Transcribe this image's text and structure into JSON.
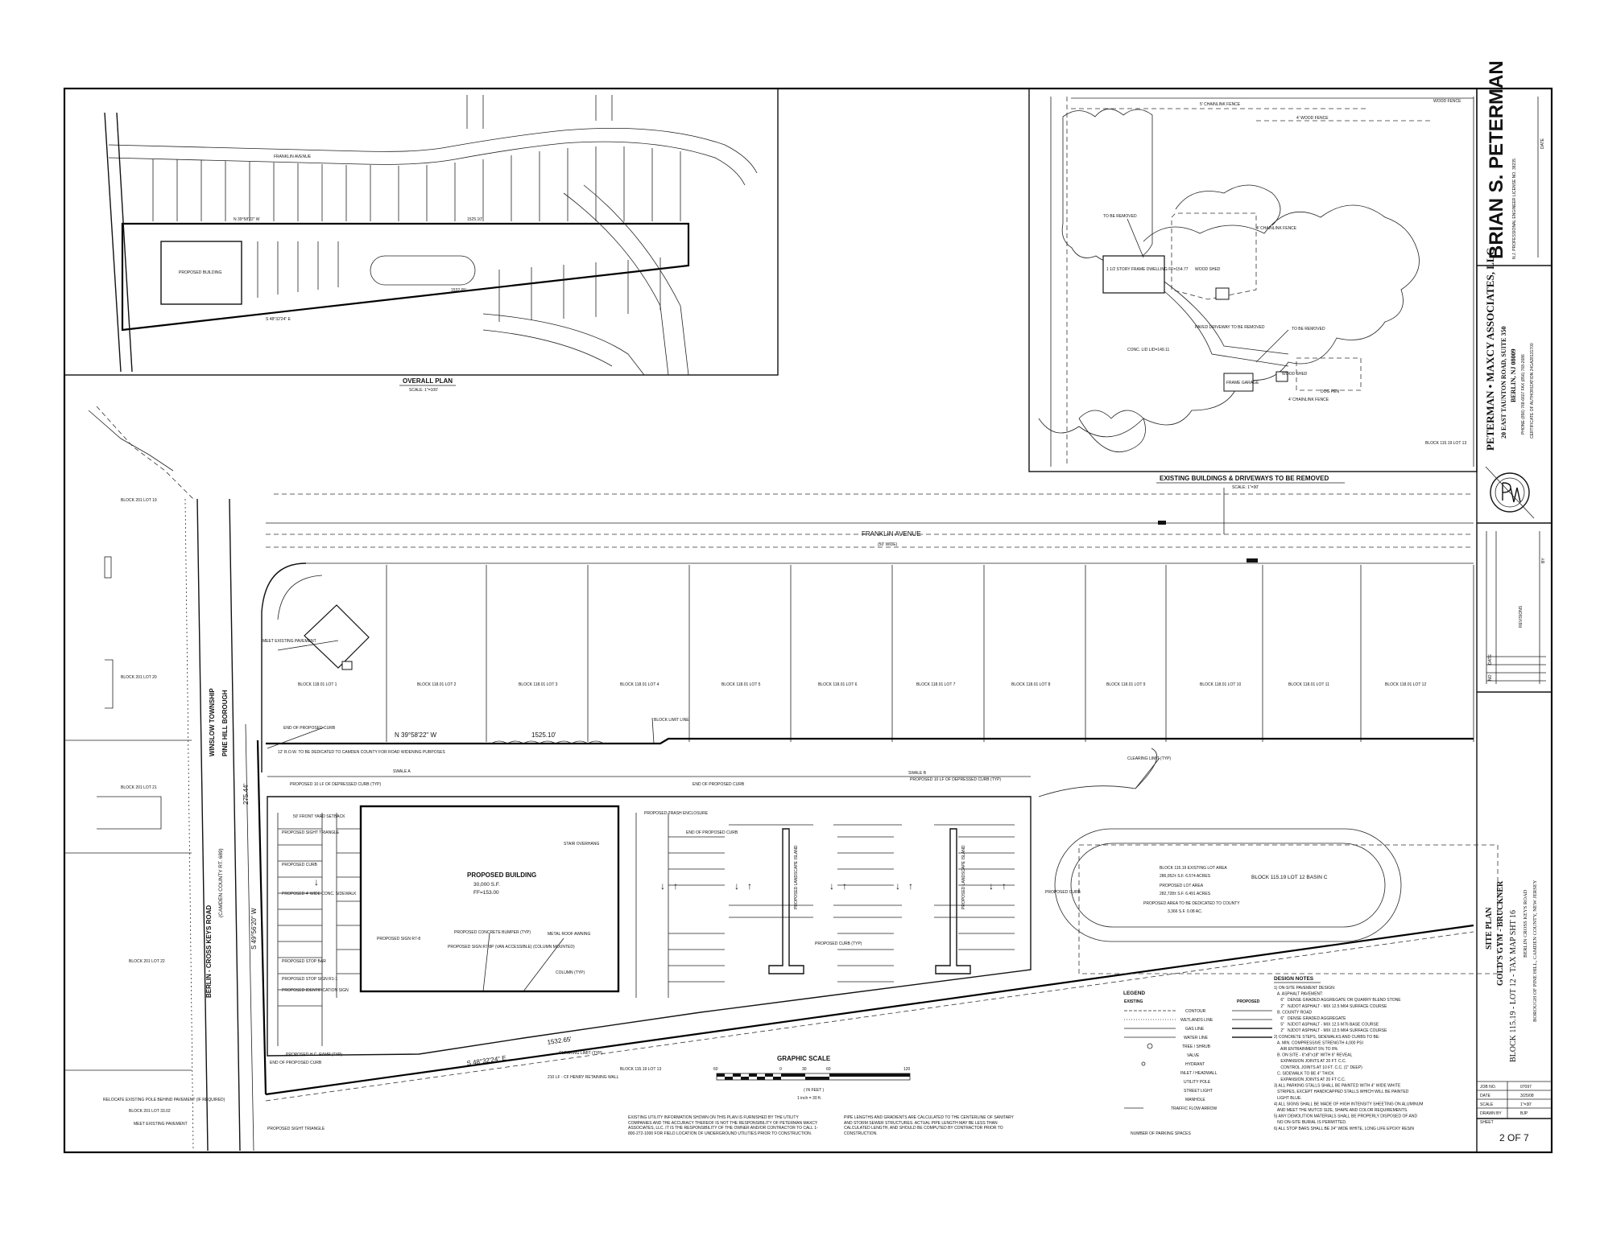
{
  "title_block": {
    "engineer_name": "BRIAN S. PETERMAN",
    "engineer_license": "N.J. PROFESSIONAL ENGINEER LICENSE NO. 38235",
    "firm_name": "PETERMAN • MAXCY ASSOCIATES, LLC",
    "firm_address": "20 EAST TAUNTON ROAD, SUITE 350",
    "firm_city": "BERLIN, NJ 08009",
    "firm_phone": "PHONE (856) 768-6607 FAX (856) 768-2686",
    "firm_certificate": "CERTIFICATE OF AUTHORIZATION 24GA28131700",
    "sheet_type": "SITE PLAN",
    "project_name": "GOLD'S GYM - BRUCKNER",
    "project_block": "BLOCK 115.19 - LOT 12 - TAX MAP SHT 16",
    "project_road": "BERLIN CROSS KEYS ROAD",
    "project_location": "BOROUGH OF PINE HILL, CAMDEN COUNTY, NEW JERSEY",
    "job_no_label": "JOB NO.",
    "job_no": "07097",
    "date_label": "DATE",
    "date": "3/25/08",
    "scale_label": "SCALE",
    "scale": "1\"=30'",
    "drawn_by_label": "DRAWN BY",
    "drawn_by": "BJP",
    "sheet_label": "SHEET",
    "sheet": "2 OF 7",
    "date_header": "DATE",
    "revisions_header": "REVISIONS",
    "no_header": "NO",
    "by_header": "BY"
  },
  "overall_plan": {
    "title": "OVERALL PLAN",
    "scale": "SCALE: 1\"=100'",
    "street": "FRANKLIN AVENUE",
    "building_label": "PROPOSED BUILDING",
    "bearing_north": "N 39°58'22\" W",
    "bearing_south": "S 48°32'24\" E",
    "dist_north": "1525.10'",
    "dist_south": "1532.65'"
  },
  "existing_inset": {
    "title": "EXISTING BUILDINGS & DRIVEWAYS TO BE REMOVED",
    "scale": "SCALE: 1\"=30'",
    "fence1": "5' CHAINLINK FENCE",
    "fence2": "4' WOOD FENCE",
    "fence3": "4' CHAINLINK FENCE",
    "fence4": "4' CHAINLINK FENCE",
    "wood_fence": "WOOD FENCE",
    "to_be_removed1": "TO BE REMOVED",
    "to_be_removed2": "TO BE REMOVED",
    "dwelling": "1 1/2 STORY FRAME DWELLING FF=154.77",
    "wood_shed1": "WOOD SHED",
    "wood_shed2": "WOOD SHED",
    "paved_driveway": "PAVED DRIVEWAY TO BE REMOVED",
    "conc_lid": "CONC. LID LID=149.11",
    "frame_garage": "FRAME GARAGE",
    "dog_pen": "DOG PEN",
    "block_lot": "BLOCK 115.19 LOT 13"
  },
  "site_plan": {
    "street": "FRANKLIN AVENUE",
    "street_width": "(50' WIDE)",
    "road_name": "BERLIN - CROSS KEYS ROAD",
    "county_road": "(CAMDEN COUNTY RT. 689)",
    "township": "WINSLOW TOWNSHIP",
    "borough": "PINE HILL BOROUGH",
    "bearing_north": "N 39°58'22\" W",
    "dist_north": "1525.10'",
    "bearing_south": "S 48°32'24\" E",
    "dist_south": "1532.65'",
    "bearing_west": "S 49°56'20\" W",
    "dist_west": "275.44'",
    "lots": [
      "BLOCK 118.01 LOT 1",
      "BLOCK 118.01 LOT 2",
      "BLOCK 118.01 LOT 3",
      "BLOCK 118.01 LOT 4",
      "BLOCK 118.01 LOT 5",
      "BLOCK 118.01 LOT 6",
      "BLOCK 118.01 LOT 7",
      "BLOCK 118.01 LOT 8",
      "BLOCK 118.01 LOT 9",
      "BLOCK 118.01 LOT 10",
      "BLOCK 118.01 LOT 11",
      "BLOCK 118.01 LOT 12"
    ],
    "west_blocks": [
      "BLOCK 201 LOT 19",
      "BLOCK 201 LOT 20",
      "BLOCK 201 LOT 21",
      "BLOCK 201 LOT 22",
      "BLOCK 201 LOT 33.02"
    ],
    "south_block": "BLOCK 115.19 LOT 13",
    "building_title": "PROPOSED BUILDING",
    "building_area": "30,000 S.F.",
    "building_ff": "FF=153.00",
    "existing_lot_label": "BLOCK 115.19 EXISTING LOT AREA",
    "existing_lot_area": "286,052± S.F. 6.574 ACRES",
    "proposed_lot_label": "PROPOSED LOT AREA",
    "proposed_lot_area": "282,728± S.F. 6.491 ACRES",
    "dedication_label": "PROPOSED AREA TO BE DEDICATED TO COUNTY",
    "dedication_area": "3,366 S.F. 0.08 AC.",
    "basin_label": "BLOCK 115.19 LOT 12 BASIN C",
    "callouts": {
      "meet_existing": "MEET EXISTING PAVEMENT",
      "end_curb1": "END OF PROPOSED CURB",
      "row_dedicated": "12' R.O.W. TO BE DEDICATED TO CAMDEN COUNTY FOR ROAD WIDENING PURPOSES",
      "front_yard": "50' FRONT YARD SETBACK",
      "sight_triangle": "PROPOSED SIGHT TRIANGLE",
      "proposed_curb": "PROPOSED CURB",
      "conc_sidewalk": "PROPOSED 4' WIDE CONC. SIDEWALK",
      "proposed_sign": "PROPOSED SIGN R7-8",
      "concrete_bumper": "PROPOSED CONCRETE BUMPER (TYP)",
      "sign_r7_8p": "PROPOSED SIGN R7-8P (VAN ACCESSIBLE) (COLUMN MOUNTED)",
      "metal_roof": "METAL ROOF AWNING",
      "column": "COLUMN (TYP)",
      "stop_bar": "PROPOSED STOP BAR",
      "stop_sign": "PROPOSED STOP SIGN R1-1",
      "id_sign": "PROPOSED IDENTIFICATION SIGN",
      "hc_ramp": "PROPOSED H.C. RAMP (TYP)",
      "end_curb2": "END OF PROPOSED CURB",
      "relocate_pole": "RELOCATE EXISTING POLE BEHIND PAVEMENT (IF REQUIRED)",
      "meet_existing2": "MEET EXISTING PAVEMENT",
      "sight_triangle2": "PROPOSED SIGHT TRIANGLE",
      "clearing_limit": "CLEARING LIMIT (TYP)",
      "retaining_wall": "210 LF - CF HENRY RETAINING WALL",
      "block_limit": "BLOCK LIMIT LINE",
      "depressed_curb1": "PROPOSED 10 LF OF DEPRESSED CURB (TYP)",
      "depressed_curb2": "PROPOSED 10 LF OF DEPRESSED CURB (TYP)",
      "trash_enclosure": "PROPOSED TRASH ENCLOSURE",
      "end_curb3": "END OF PROPOSED CURB",
      "end_curb4": "END OF PROPOSED CURB",
      "stair": "STAIR OVERHANG",
      "swale_a": "SWALE A",
      "swale_b": "SWALE B",
      "landscape1": "PROPOSED LANDSCAPE ISLAND",
      "landscape2": "PROPOSED LANDSCAPE ISLAND",
      "clearing_limit2": "CLEARING LIMIT (TYP)",
      "proposed_curb2": "PROPOSED CURB (TYP)",
      "proposed_curb3": "PROPOSED CURB"
    }
  },
  "graphic_scale": {
    "title": "GRAPHIC SCALE",
    "ticks": [
      "60",
      "0",
      "30",
      "60",
      "120"
    ],
    "unit_label": "( IN FEET )",
    "ratio": "1 inch = 30 ft."
  },
  "notes_bottom": {
    "utility_note": "EXISTING UTILITY INFORMATION SHOWN ON THIS PLAN IS FURNISHED BY THE UTILITY COMPANIES AND THE ACCURACY THEREOF IS NOT THE RESPONSIBILITY OF PETERMAN MAXCY ASSOCIATES, LLC. IT IS THE RESPONSIBILITY OF THE OWNER AND/OR CONTRACTOR TO CALL 1-800-272-1000 FOR FIELD LOCATION OF UNDERGROUND UTILITIES PRIOR TO CONSTRUCTION.",
    "pipe_note": "PIPE LENGTHS AND GRADIENTS ARE CALCULATED TO THE CENTERLINE OF SANITARY AND STORM SEWER STRUCTURES. ACTUAL PIPE LENGTH MAY BE LESS THAN CALCULATED LENGTH, AND SHOULD BE COMPUTED BY CONTRACTOR PRIOR TO CONSTRUCTION."
  },
  "legend": {
    "title": "LEGEND",
    "existing_header": "EXISTING",
    "proposed_header": "PROPOSED",
    "items": [
      "CONTOUR",
      "WETLANDS LINE",
      "GAS LINE",
      "WATER LINE",
      "TREE / SHRUB",
      "VALVE",
      "HYDRANT",
      "INLET / HEADWALL",
      "UTILITY POLE",
      "STREET LIGHT",
      "MANHOLE",
      "TRAFFIC FLOW ARROW",
      "NUMBER OF PARKING SPACES"
    ]
  },
  "design_notes": {
    "title": "DESIGN NOTES",
    "lines": [
      "1) ON-SITE PAVEMENT DESIGN:",
      "   A. ASPHALT PAVEMENT:",
      "      6\"   DENSE GRADED AGGREGATE OR QUARRY BLEND STONE",
      "      2\"   NJDOT ASPHALT - MIX 12.5 M64 SURFACE COURSE",
      "   B. COUNTY ROAD",
      "      6\"   DENSE GRADED AGGREGATE",
      "      5\"   NJDOT ASPHALT - MIX 12.5 M76 BASE COURSE",
      "      2\"   NJDOT ASPHALT - MIX 12.5 M64 SURFACE COURSE",
      "2) CONCRETE STEPS, SIDEWALKS AND CURBS TO BE:",
      "   A. MIN. COMPRESSIVE STRENGTH 4,000 PSI",
      "      AIR ENTRAINMENT 5% TO 8%",
      "   B. ON SITE - 6\"x8\"x18\" WITH 6\" REVEAL",
      "      EXPANSION JOINTS AT 20 FT. C.C.",
      "      CONTROL JOINTS AT 10 FT. C.C. (1\" DEEP)",
      "   C. SIDEWALK TO BE 4\" THICK",
      "      EXPANSION JOINTS AT 20 FT C.C.",
      "3) ALL PARKING STALLS SHALL BE PAINTED WITH 4\" WIDE WHITE",
      "   STRIPES, EXCEPT HANDICAPPED STALLS WHICH WILL BE PAINTED",
      "   LIGHT BLUE.",
      "4) ALL SIGNS SHALL BE MADE OF HIGH INTENSITY SHEETING ON ALUMINUM",
      "   AND MEET THE MUTCD SIZE, SHAPE AND COLOR REQUIREMENTS.",
      "5) ANY DEMOLITION MATERIALS SHALL BE PROPERLY DISPOSED OF AND",
      "   NO ON-SITE BURIAL IS PERMITTED.",
      "6) ALL STOP BARS SHALL BE 24\" WIDE WHITE, LONG LIFE EPOXY RESIN"
    ]
  }
}
